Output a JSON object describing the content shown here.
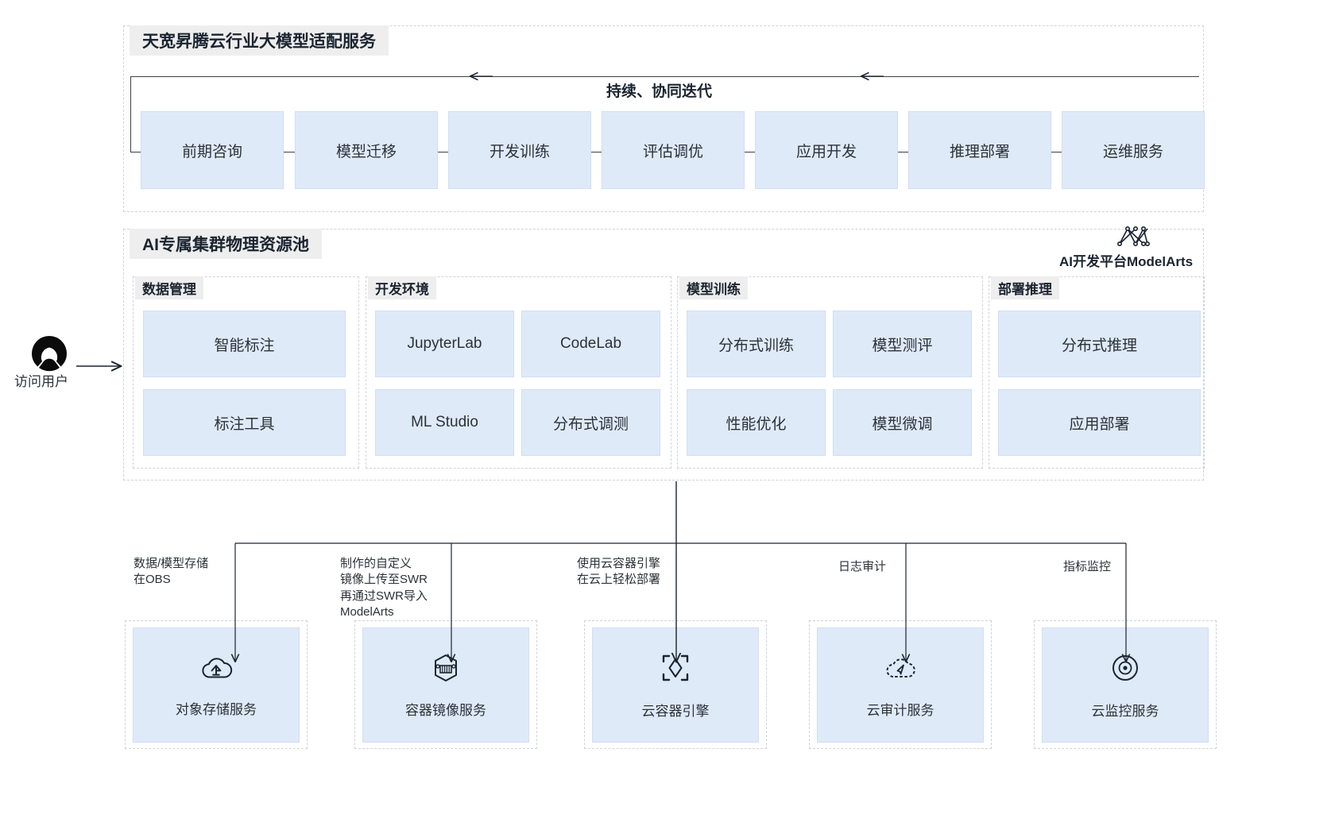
{
  "sections": {
    "top": {
      "title": "天宽昇腾云行业大模型适配服务",
      "iteration_label": "持续、协同迭代",
      "stages": [
        {
          "label": "前期咨询"
        },
        {
          "label": "模型迁移"
        },
        {
          "label": "开发训练"
        },
        {
          "label": "评估调优"
        },
        {
          "label": "应用开发"
        },
        {
          "label": "推理部署"
        },
        {
          "label": "运维服务"
        }
      ]
    },
    "middle": {
      "title": "AI专属集群物理资源池",
      "platform_logo_icon": "modelarts-logo-icon",
      "platform_label": "AI开发平台ModelArts",
      "groups": [
        {
          "title": "数据管理",
          "columns": [
            {
              "items": [
                "智能标注",
                "标注工具"
              ]
            }
          ]
        },
        {
          "title": "开发环境",
          "columns": [
            {
              "items": [
                "JupyterLab",
                "ML Studio"
              ]
            },
            {
              "items": [
                "CodeLab",
                "分布式调测"
              ]
            }
          ]
        },
        {
          "title": "模型训练",
          "columns": [
            {
              "items": [
                "分布式训练",
                "性能优化"
              ]
            },
            {
              "items": [
                "模型测评",
                "模型微调"
              ]
            }
          ]
        },
        {
          "title": "部署推理",
          "columns": [
            {
              "items": [
                "分布式推理",
                "应用部署"
              ]
            }
          ]
        }
      ]
    },
    "bottom": {
      "annotations": [
        "数据/模型存储\n在OBS",
        "制作的自定义\n镜像上传至SWR\n再通过SWR导入\nModelArts",
        "使用云容器引擎\n在云上轻松部署",
        "日志审计",
        "指标监控"
      ],
      "services": [
        {
          "label": "对象存储服务",
          "icon": "cloud-upload-icon"
        },
        {
          "label": "容器镜像服务",
          "icon": "container-image-icon"
        },
        {
          "label": "云容器引擎",
          "icon": "container-engine-icon"
        },
        {
          "label": "云审计服务",
          "icon": "cloud-audit-icon"
        },
        {
          "label": "云监控服务",
          "icon": "cloud-monitor-icon"
        }
      ]
    }
  },
  "actor": {
    "label": "访问用户",
    "icon": "user-avatar-icon"
  },
  "colors": {
    "box_fill": "#dfeaf8",
    "box_border": "#cfdff3",
    "badge_bg": "#eeeeee",
    "dashed_border": "#cfd4da",
    "line": "#404040",
    "text": "#2b3138"
  }
}
